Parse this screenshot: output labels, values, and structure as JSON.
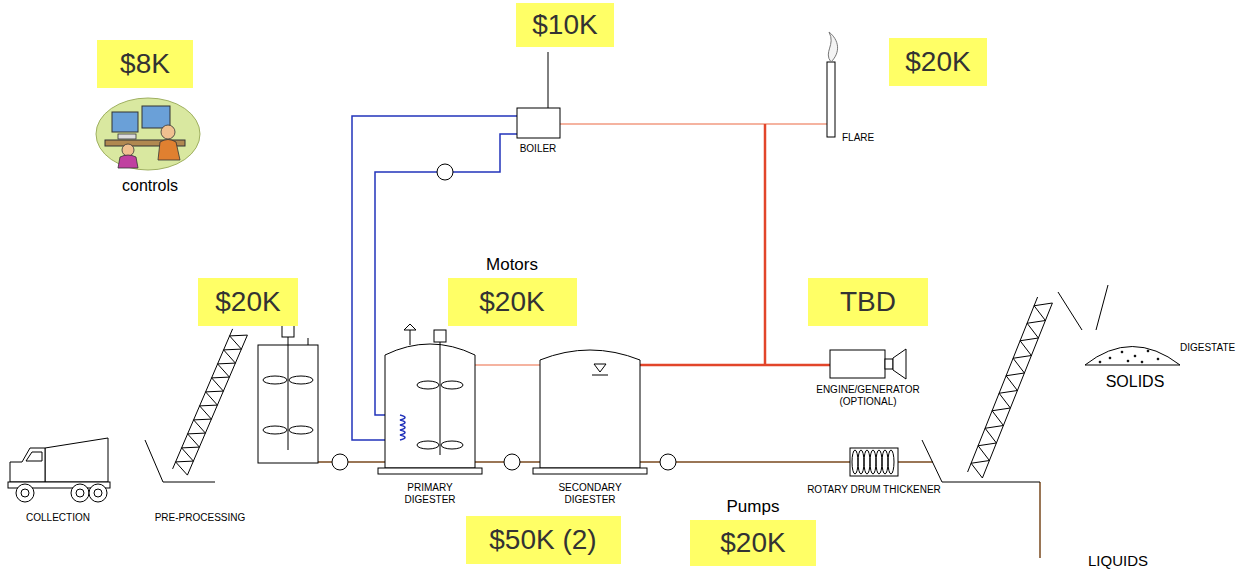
{
  "diagram": {
    "nodes": [
      {
        "text": [
          "$8K"
        ]
      },
      {
        "text": [
          "$10K"
        ]
      },
      {
        "text": [
          "$20K"
        ]
      },
      {
        "text": [
          "$20K"
        ]
      },
      {
        "text": [
          "Motors",
          "$20K"
        ]
      },
      {
        "text": [
          "TBD"
        ]
      },
      {
        "text": [
          "$50K (2)"
        ]
      },
      {
        "text": [
          "Pumps",
          "$20K"
        ]
      }
    ],
    "labels": [
      "controls",
      "BOILER",
      "FLARE",
      "ENGINE/GENERATOR (OPTIONAL)",
      "COLLECTION",
      "PRE-PROCESSING",
      "PRIMARY DIGESTER",
      "SECONDARY DIGESTER",
      "ROTARY DRUM THICKENER",
      "DIGESTATE",
      "SOLIDS",
      "LIQUIDS"
    ]
  }
}
